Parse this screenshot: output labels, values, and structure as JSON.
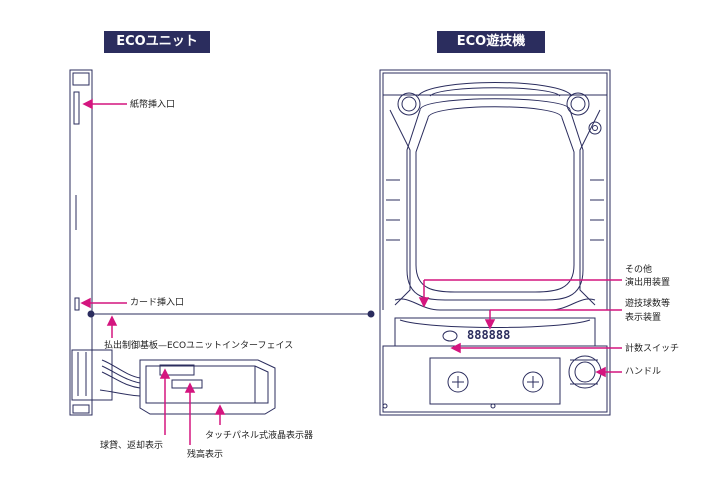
{
  "titles": {
    "left": "ECOユニット",
    "right": "ECO遊技機"
  },
  "labels": {
    "bill_slot": "紙幣挿入口",
    "card_slot": "カード挿入口",
    "interface": "払出制御基板—ECOユニットインターフェイス",
    "ball_lend": "球貸、返却表示",
    "touch_panel": "タッチパネル式液晶表示器",
    "remaining": "残高表示",
    "effect_line1": "その他",
    "effect_line2": "演出用装置",
    "count_line1": "遊技球数等",
    "count_line2": "表示装置",
    "count_switch": "計数スイッチ",
    "handle": "ハンドル"
  },
  "counter_display": "888888",
  "colors": {
    "navy": "#2b2d5e",
    "accent": "#d4157f",
    "line": "#2b2d5e"
  }
}
